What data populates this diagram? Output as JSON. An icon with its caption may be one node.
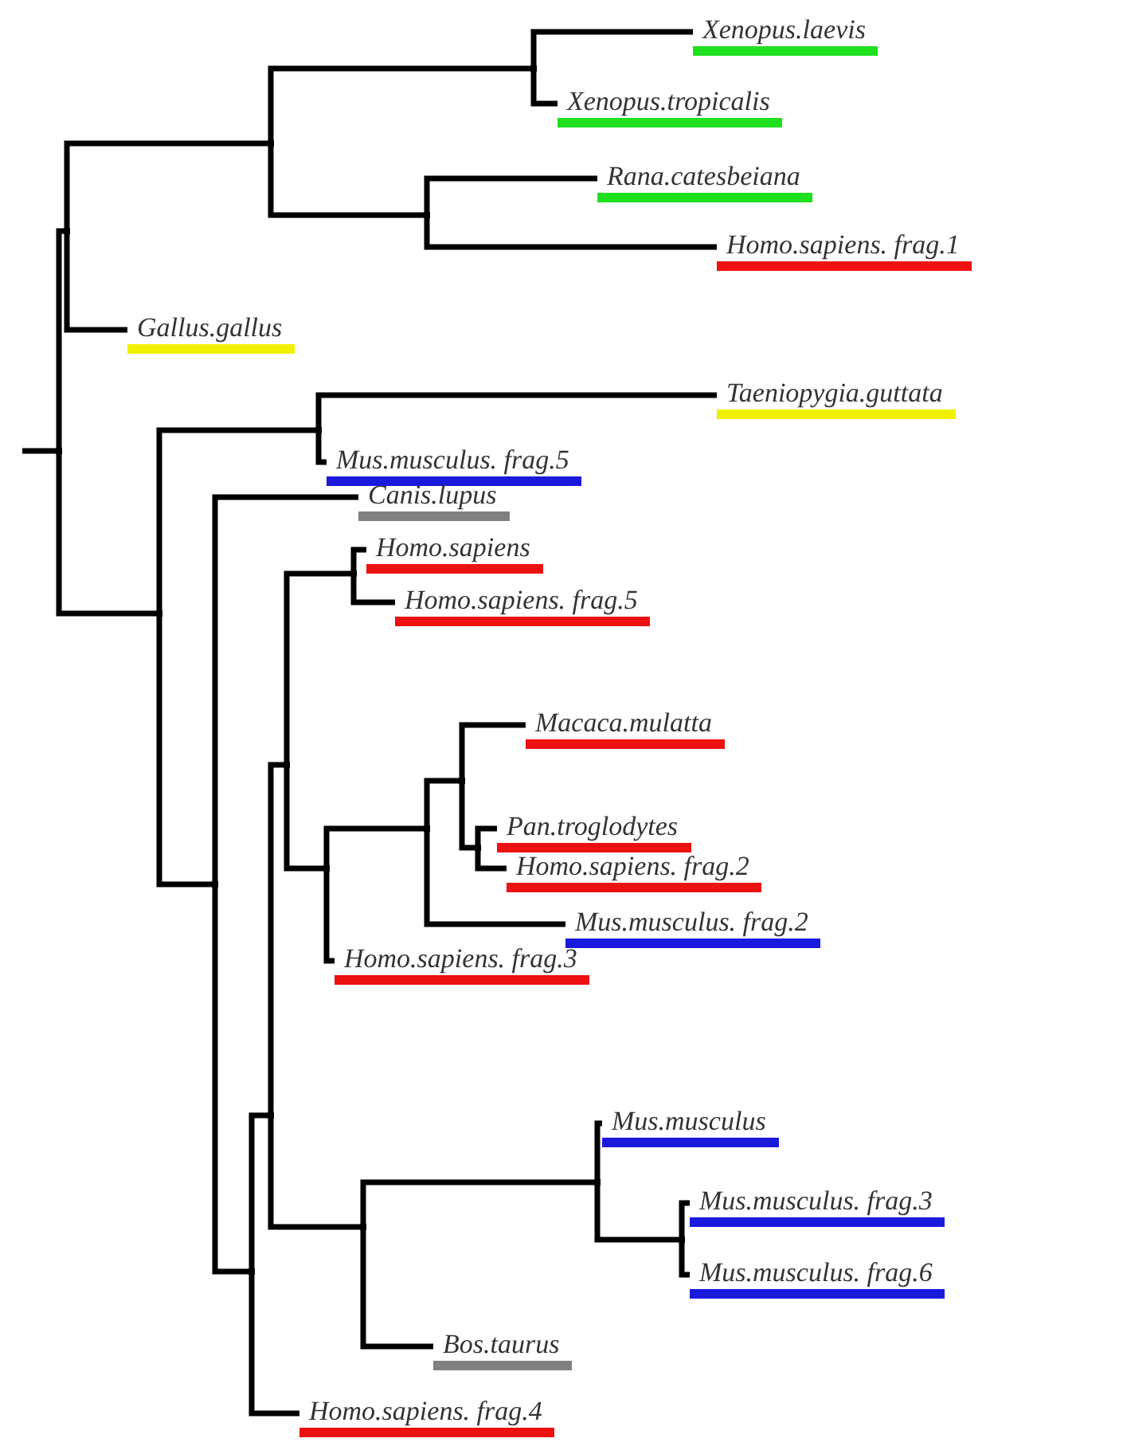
{
  "diagram": {
    "nodes": [
      {
        "text": [],
        "shape": "point"
      },
      {
        "text": [],
        "shape": "point"
      },
      {
        "text": [],
        "shape": "point"
      },
      {
        "text": [],
        "shape": "point"
      },
      {
        "text": [
          "Xenopus.laevis"
        ]
      },
      {
        "text": [
          "Xenopus.tropicalis"
        ]
      },
      {
        "text": [],
        "shape": "point"
      },
      {
        "text": [
          "Rana.catesbeiana"
        ]
      },
      {
        "text": [
          "Homo.sapiens. frag.1"
        ]
      },
      {
        "text": [
          "Gallus.gallus"
        ]
      },
      {
        "text": [],
        "shape": "point"
      },
      {
        "text": [],
        "shape": "point"
      },
      {
        "text": [
          "Taeniopygia.guttata"
        ]
      },
      {
        "text": [
          "Mus.musculus. frag.5"
        ]
      },
      {
        "text": [],
        "shape": "point"
      },
      {
        "text": [
          "Canis.lupus"
        ]
      },
      {
        "text": [],
        "shape": "point"
      },
      {
        "text": [],
        "shape": "point"
      },
      {
        "text": [],
        "shape": "point"
      },
      {
        "text": [],
        "shape": "point"
      },
      {
        "text": [
          "Homo.sapiens"
        ]
      },
      {
        "text": [
          "Homo.sapiens. frag.5"
        ]
      },
      {
        "text": [],
        "shape": "point"
      },
      {
        "text": [],
        "shape": "point"
      },
      {
        "text": [],
        "shape": "point"
      },
      {
        "text": [
          "Macaca.mulatta"
        ]
      },
      {
        "text": [],
        "shape": "point"
      },
      {
        "text": [
          "Pan.troglodytes"
        ]
      },
      {
        "text": [
          "Homo.sapiens. frag.2"
        ]
      },
      {
        "text": [
          "Mus.musculus. frag.2"
        ]
      },
      {
        "text": [
          "Homo.sapiens. frag.3"
        ]
      },
      {
        "text": [],
        "shape": "point"
      },
      {
        "text": [],
        "shape": "point"
      },
      {
        "text": [
          "Mus.musculus"
        ]
      },
      {
        "text": [],
        "shape": "point"
      },
      {
        "text": [
          "Mus.musculus. frag.3"
        ]
      },
      {
        "text": [
          "Mus.musculus. frag.6"
        ]
      },
      {
        "text": [
          "Bos.taurus"
        ]
      },
      {
        "text": [
          "Homo.sapiens. frag.4"
        ]
      }
    ],
    "edges": [
      {
        "from": null,
        "to": 0,
        "arrow": "none"
      },
      {
        "from": 0,
        "to": 1,
        "arrow": "none"
      },
      {
        "from": 1,
        "to": 2,
        "arrow": "none"
      },
      {
        "from": 2,
        "to": 3,
        "arrow": "none"
      },
      {
        "from": 3,
        "to": 4,
        "arrow": "none"
      },
      {
        "from": 3,
        "to": 5,
        "arrow": "none"
      },
      {
        "from": 2,
        "to": 6,
        "arrow": "none"
      },
      {
        "from": 6,
        "to": 7,
        "arrow": "none"
      },
      {
        "from": 6,
        "to": 8,
        "arrow": "none"
      },
      {
        "from": 1,
        "to": 9,
        "arrow": "none"
      },
      {
        "from": 0,
        "to": 10,
        "arrow": "none"
      },
      {
        "from": 10,
        "to": 11,
        "arrow": "none"
      },
      {
        "from": 11,
        "to": 12,
        "arrow": "none"
      },
      {
        "from": 11,
        "to": 13,
        "arrow": "none"
      },
      {
        "from": 10,
        "to": 14,
        "arrow": "none"
      },
      {
        "from": 14,
        "to": 15,
        "arrow": "none"
      },
      {
        "from": 14,
        "to": 16,
        "arrow": "none"
      },
      {
        "from": 16,
        "to": 17,
        "arrow": "none"
      },
      {
        "from": 17,
        "to": 18,
        "arrow": "none"
      },
      {
        "from": 18,
        "to": 19,
        "arrow": "none"
      },
      {
        "from": 19,
        "to": 20,
        "arrow": "none"
      },
      {
        "from": 19,
        "to": 21,
        "arrow": "none"
      },
      {
        "from": 18,
        "to": 22,
        "arrow": "none"
      },
      {
        "from": 22,
        "to": 23,
        "arrow": "none"
      },
      {
        "from": 23,
        "to": 24,
        "arrow": "none"
      },
      {
        "from": 24,
        "to": 25,
        "arrow": "none"
      },
      {
        "from": 24,
        "to": 26,
        "arrow": "none"
      },
      {
        "from": 26,
        "to": 27,
        "arrow": "none"
      },
      {
        "from": 26,
        "to": 28,
        "arrow": "none"
      },
      {
        "from": 23,
        "to": 29,
        "arrow": "none"
      },
      {
        "from": 22,
        "to": 30,
        "arrow": "none"
      },
      {
        "from": 17,
        "to": 31,
        "arrow": "none"
      },
      {
        "from": 31,
        "to": 32,
        "arrow": "none"
      },
      {
        "from": 32,
        "to": 33,
        "arrow": "none"
      },
      {
        "from": 32,
        "to": 34,
        "arrow": "none"
      },
      {
        "from": 34,
        "to": 35,
        "arrow": "none"
      },
      {
        "from": 34,
        "to": 36,
        "arrow": "none"
      },
      {
        "from": 31,
        "to": 37,
        "arrow": "none"
      },
      {
        "from": 16,
        "to": 38,
        "arrow": "none"
      }
    ]
  }
}
